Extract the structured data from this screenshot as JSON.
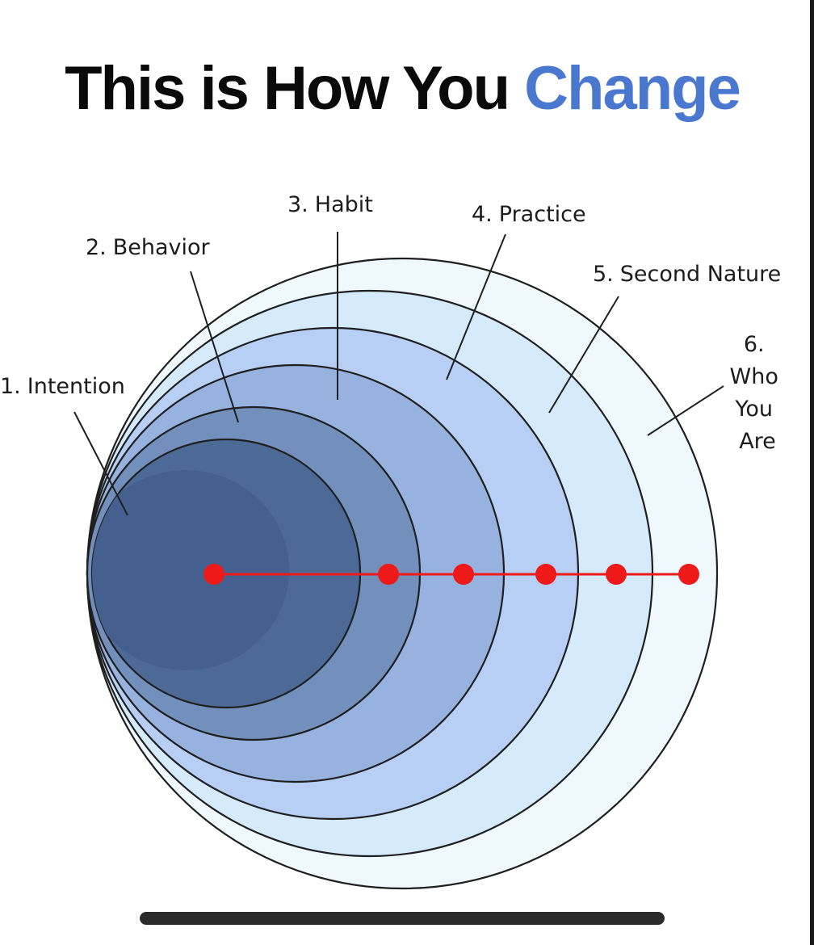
{
  "title": {
    "main": "This is How You ",
    "accent": "Change",
    "accent_color": "#4a78cf"
  },
  "stages": [
    {
      "number": "1.",
      "label": "Intention",
      "fill": "#4d6a97"
    },
    {
      "number": "2.",
      "label": "Behavior",
      "fill": "#7390bc"
    },
    {
      "number": "3.",
      "label": "Habit",
      "fill": "#98b2e0"
    },
    {
      "number": "4.",
      "label": "Practice",
      "fill": "#b7cef5"
    },
    {
      "number": "5.",
      "label": "Second Nature",
      "fill": "#d5eafb"
    },
    {
      "number": "6.",
      "label": "Who You Are",
      "fill": "#eef8fd"
    }
  ],
  "colors": {
    "marker": "#ee1a1a",
    "outline": "#1f1f1f"
  }
}
